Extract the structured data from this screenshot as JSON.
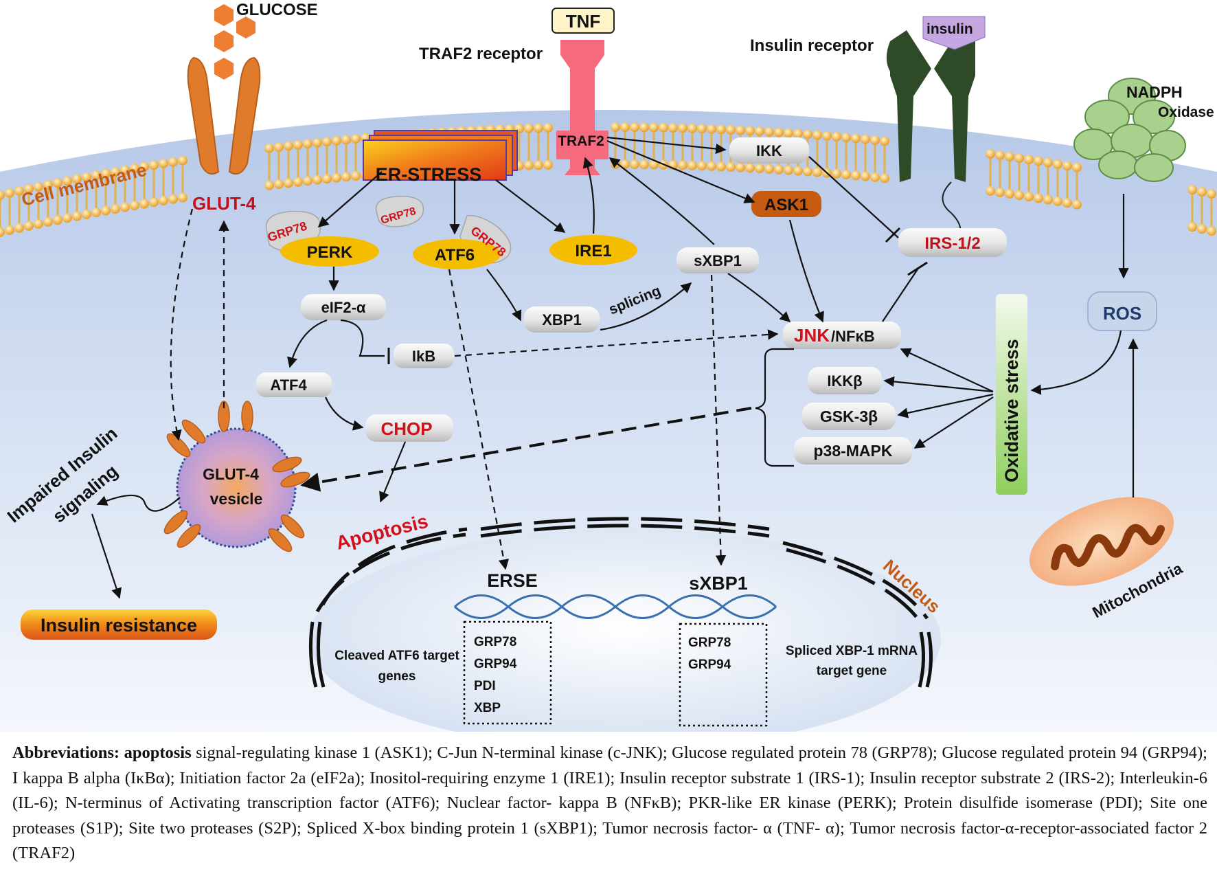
{
  "labels": {
    "glucose": "GLUCOSE",
    "tnf": "TNF",
    "traf2_receptor": "TRAF2 receptor",
    "insulin": "insulin",
    "insulin_receptor": "Insulin receptor",
    "nadph": "NADPH",
    "oxidase": "Oxidase",
    "cell_membrane": "Cell membrane",
    "glut4": "GLUT-4",
    "er_stress": "ER-STRESS",
    "grp78": "GRP78",
    "perk": "PERK",
    "atf6": "ATF6",
    "ire1": "IRE1",
    "traf2": "TRAF2",
    "ikk": "IKK",
    "ask1": "ASK1",
    "irs": "IRS-1/2",
    "sxbp1": "sXBP1",
    "eif2a": "eIF2-α",
    "xbp1": "XBP1",
    "splicing": "splicing",
    "ikb": "IkB",
    "jnk": "JNK",
    "nfkb": "/NFκB",
    "ikkb": "IKKβ",
    "gsk3b": "GSK-3β",
    "p38": "p38-MAPK",
    "atf4": "ATF4",
    "chop": "CHOP",
    "oxidative_stress": "Oxidative stress",
    "ros": "ROS",
    "glut4_vesicle_1": "GLUT-4",
    "glut4_vesicle_2": "vesicle",
    "impaired_1": "Impaired Insulin",
    "impaired_2": "signaling",
    "apoptosis": "Apoptosis",
    "insulin_resistance": "Insulin resistance",
    "mitochondria": "Mitochondria",
    "nucleus": "Nucleus",
    "erse": "ERSE",
    "sxbp1_nucleus": "sXBP1",
    "cleaved_1": "Cleaved ATF6 target",
    "cleaved_2": "genes",
    "spliced_1": "Spliced XBP-1 mRNA",
    "spliced_2": "target gene",
    "erse_genes": [
      "GRP78",
      "GRP94",
      "PDI",
      "XBP"
    ],
    "sxbp1_genes": [
      "GRP78",
      "GRP94"
    ]
  },
  "abbreviations": {
    "lead": "Abbreviations: apoptosis",
    "text": " signal-regulating kinase 1 (ASK1); C-Jun N-terminal kinase (c-JNK); Glucose regulated protein 78 (GRP78); Glucose regulated protein 94 (GRP94); I kappa B alpha (IκBα); Initiation factor 2a (eIF2a); Inositol-requiring enzyme 1 (IRE1); Insulin receptor substrate 1 (IRS-1); Insulin receptor substrate 2 (IRS-2); Interleukin-6 (IL-6); N-terminus of Activating transcription factor (ATF6); Nuclear factor- kappa B (NFκB); PKR-like ER kinase (PERK); Protein disulfide isomerase (PDI); Site one proteases (S1P); Site two proteases (S2P); Spliced X-box binding protein 1 (sXBP1); Tumor necrosis factor- α (TNF- α); Tumor necrosis factor-α-receptor-associated factor 2 (TRAF2)"
  },
  "colors": {
    "red_label": "#d0111b",
    "orange_label": "#c35a16",
    "membrane_bead": "#f2b544",
    "cytoplasm": "#c3d2ec",
    "er_stress_fill": "#e8441a",
    "yellow_ellipse": "#f5bd00",
    "ask1_fill": "#c55a11",
    "receptor_green": "#2e4a26",
    "tnf_receptor": "#f56b7d",
    "glut_orange": "#e07b2b"
  }
}
